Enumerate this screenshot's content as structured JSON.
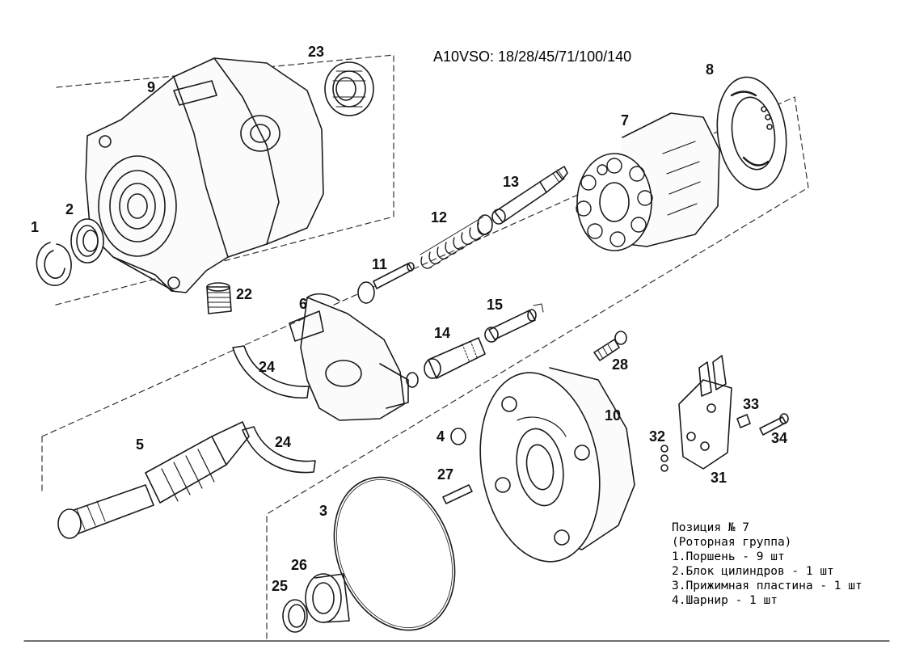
{
  "title": "A10VSO: 18/28/45/71/100/140",
  "part_numbers": {
    "p1": "1",
    "p2": "2",
    "p3": "3",
    "p4": "4",
    "p5": "5",
    "p6": "6",
    "p7": "7",
    "p8": "8",
    "p9": "9",
    "p10": "10",
    "p11": "11",
    "p12": "12",
    "p13": "13",
    "p14": "14",
    "p15": "15",
    "p22": "22",
    "p23": "23",
    "p24a": "24",
    "p24b": "24",
    "p25": "25",
    "p26": "26",
    "p27": "27",
    "p28": "28",
    "p31": "31",
    "p32": "32",
    "p33": "33",
    "p34": "34"
  },
  "legend": {
    "heading": "Позиция № 7",
    "subheading": "(Роторная группа)",
    "items": [
      "1.Поршень - 9 шт",
      "2.Блок цилиндров - 1 шт",
      "3.Прижимная пластина - 1 шт",
      "4.Шарнир - 1 шт"
    ]
  },
  "colors": {
    "ink": "#1a1a1a",
    "paper": "#ffffff",
    "dashed": "#333333"
  }
}
